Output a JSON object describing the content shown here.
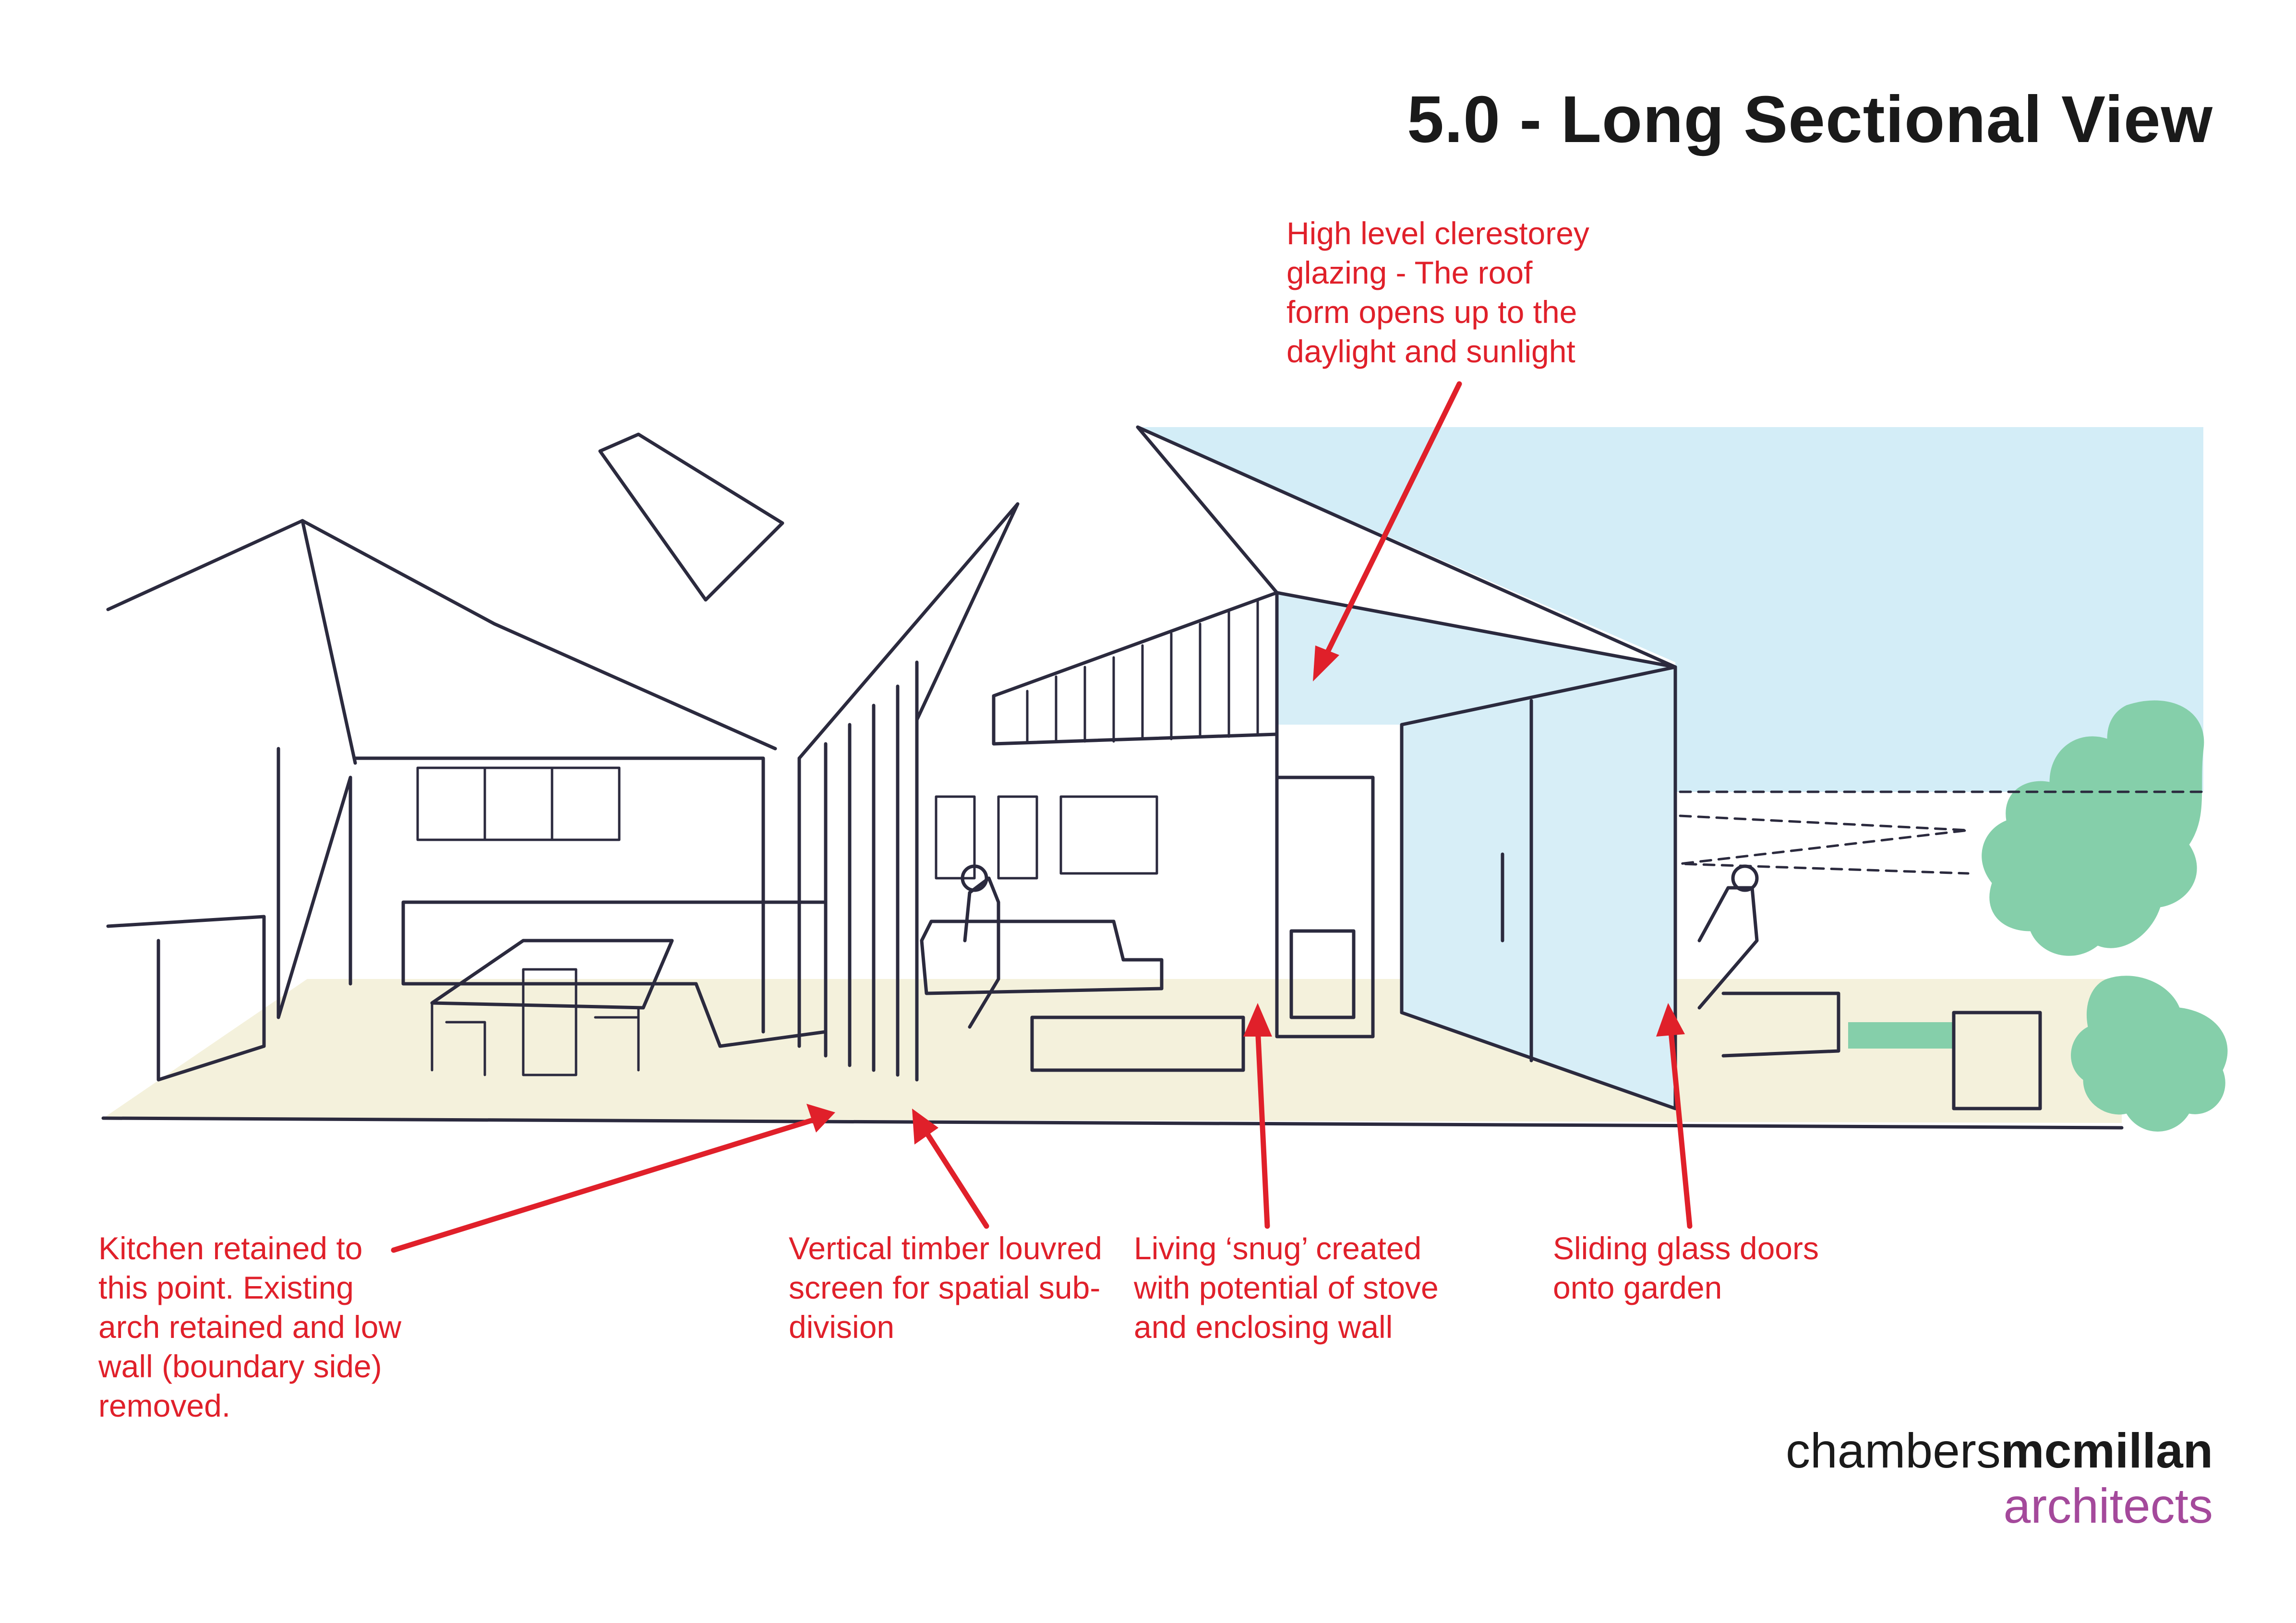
{
  "title": "5.0 - Long Sectional View",
  "annotations": {
    "clerestorey": [
      "High level clerestorey",
      "glazing - The roof",
      "form opens up to the",
      "daylight and sunlight"
    ],
    "kitchen": [
      "Kitchen retained to",
      "this point.  Existing",
      "arch retained and low",
      "wall (boundary side)",
      "removed."
    ],
    "louvre": [
      "Vertical timber louvred",
      "screen for spatial sub-",
      "division"
    ],
    "snug": [
      "Living ‘snug’ created",
      "with potential of stove",
      "and enclosing wall"
    ],
    "doors": [
      "Sliding glass doors",
      "onto garden"
    ]
  },
  "brand": {
    "name_light": "chambers",
    "name_bold": "mcmillan",
    "subtitle": "architects"
  },
  "colors": {
    "annotation_red": "#e0202a",
    "sky_blue": "#d3edf7",
    "glass_blue": "#d7eef7",
    "floor_cream": "#f4f1dc",
    "foliage_green": "#85cfaa",
    "brand_purple": "#a4499b",
    "ink": "#2b2a3e"
  }
}
